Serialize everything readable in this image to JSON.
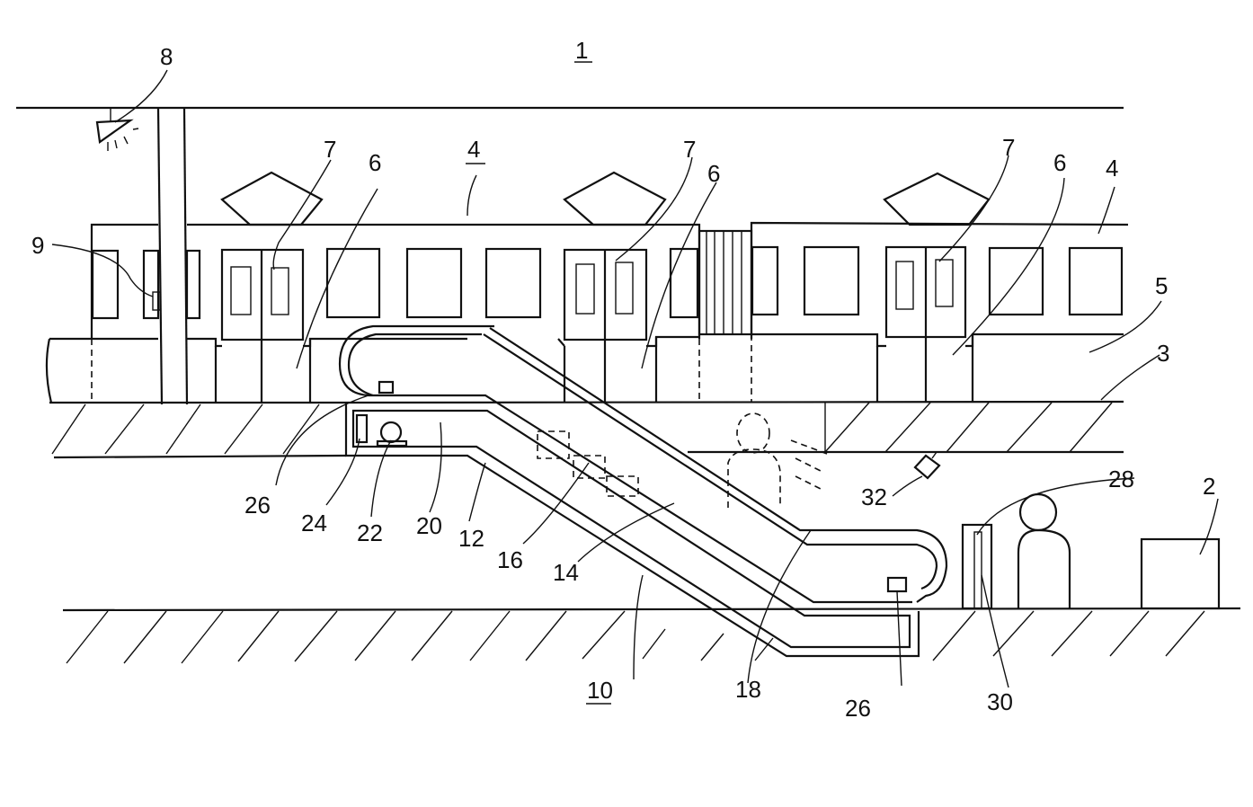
{
  "figure": {
    "title_ref": "1",
    "description": "Patent drawing: station with train, platform and escalator"
  },
  "labels": {
    "figure_number": "1",
    "station": "2",
    "platform": "3",
    "train_top": "4",
    "train_right": "4",
    "platform_edge": "5",
    "door_region_a": "6",
    "door_region_b": "6",
    "door_region_c": "6",
    "door_a": "7",
    "door_b": "7",
    "door_c": "7",
    "light": "8",
    "sensor_9": "9",
    "escalator": "10",
    "truss": "12",
    "steps": "14",
    "passenger_dashed": "16",
    "handrail": "18",
    "machine_room": "20",
    "motor": "22",
    "controller": "24",
    "sensor_top": "26",
    "sensor_bottom": "26",
    "gate": "28",
    "gate_sensor": "30",
    "camera": "32"
  }
}
